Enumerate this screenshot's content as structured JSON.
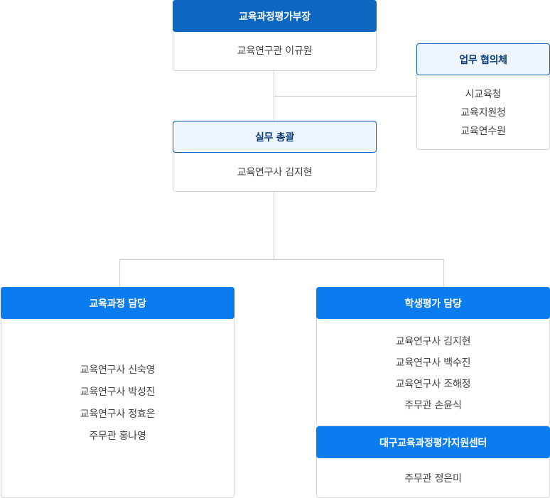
{
  "director": {
    "title": "교육과정평가부장",
    "name": "교육연구관 이규원"
  },
  "council": {
    "title": "업무 협의체",
    "members": [
      "시교육청",
      "교육지원청",
      "교육연수원"
    ]
  },
  "general": {
    "title": "실무 총괄",
    "name": "교육연구사 김지현"
  },
  "curriculum": {
    "title": "교육과정 담당",
    "members": [
      "교육연구사 신숙영",
      "교육연구사 박성진",
      "교육연구사 정효은",
      "주무관 홍나영"
    ]
  },
  "evaluation": {
    "title": "학생평가 담당",
    "members": [
      "교육연구사 김지현",
      "교육연구사 백수진",
      "교육연구사 조해정",
      "주무관 손윤식"
    ]
  },
  "center": {
    "title": "대구교육과정평가지원센터",
    "name": "주무관 정은미"
  },
  "colors": {
    "header_dark": "#0b67c2",
    "header_blue": "#0a7cf0",
    "header_light_bg": "#eef5fd",
    "header_light_border": "#0a5fb4",
    "connector": "#cfcfcf"
  }
}
